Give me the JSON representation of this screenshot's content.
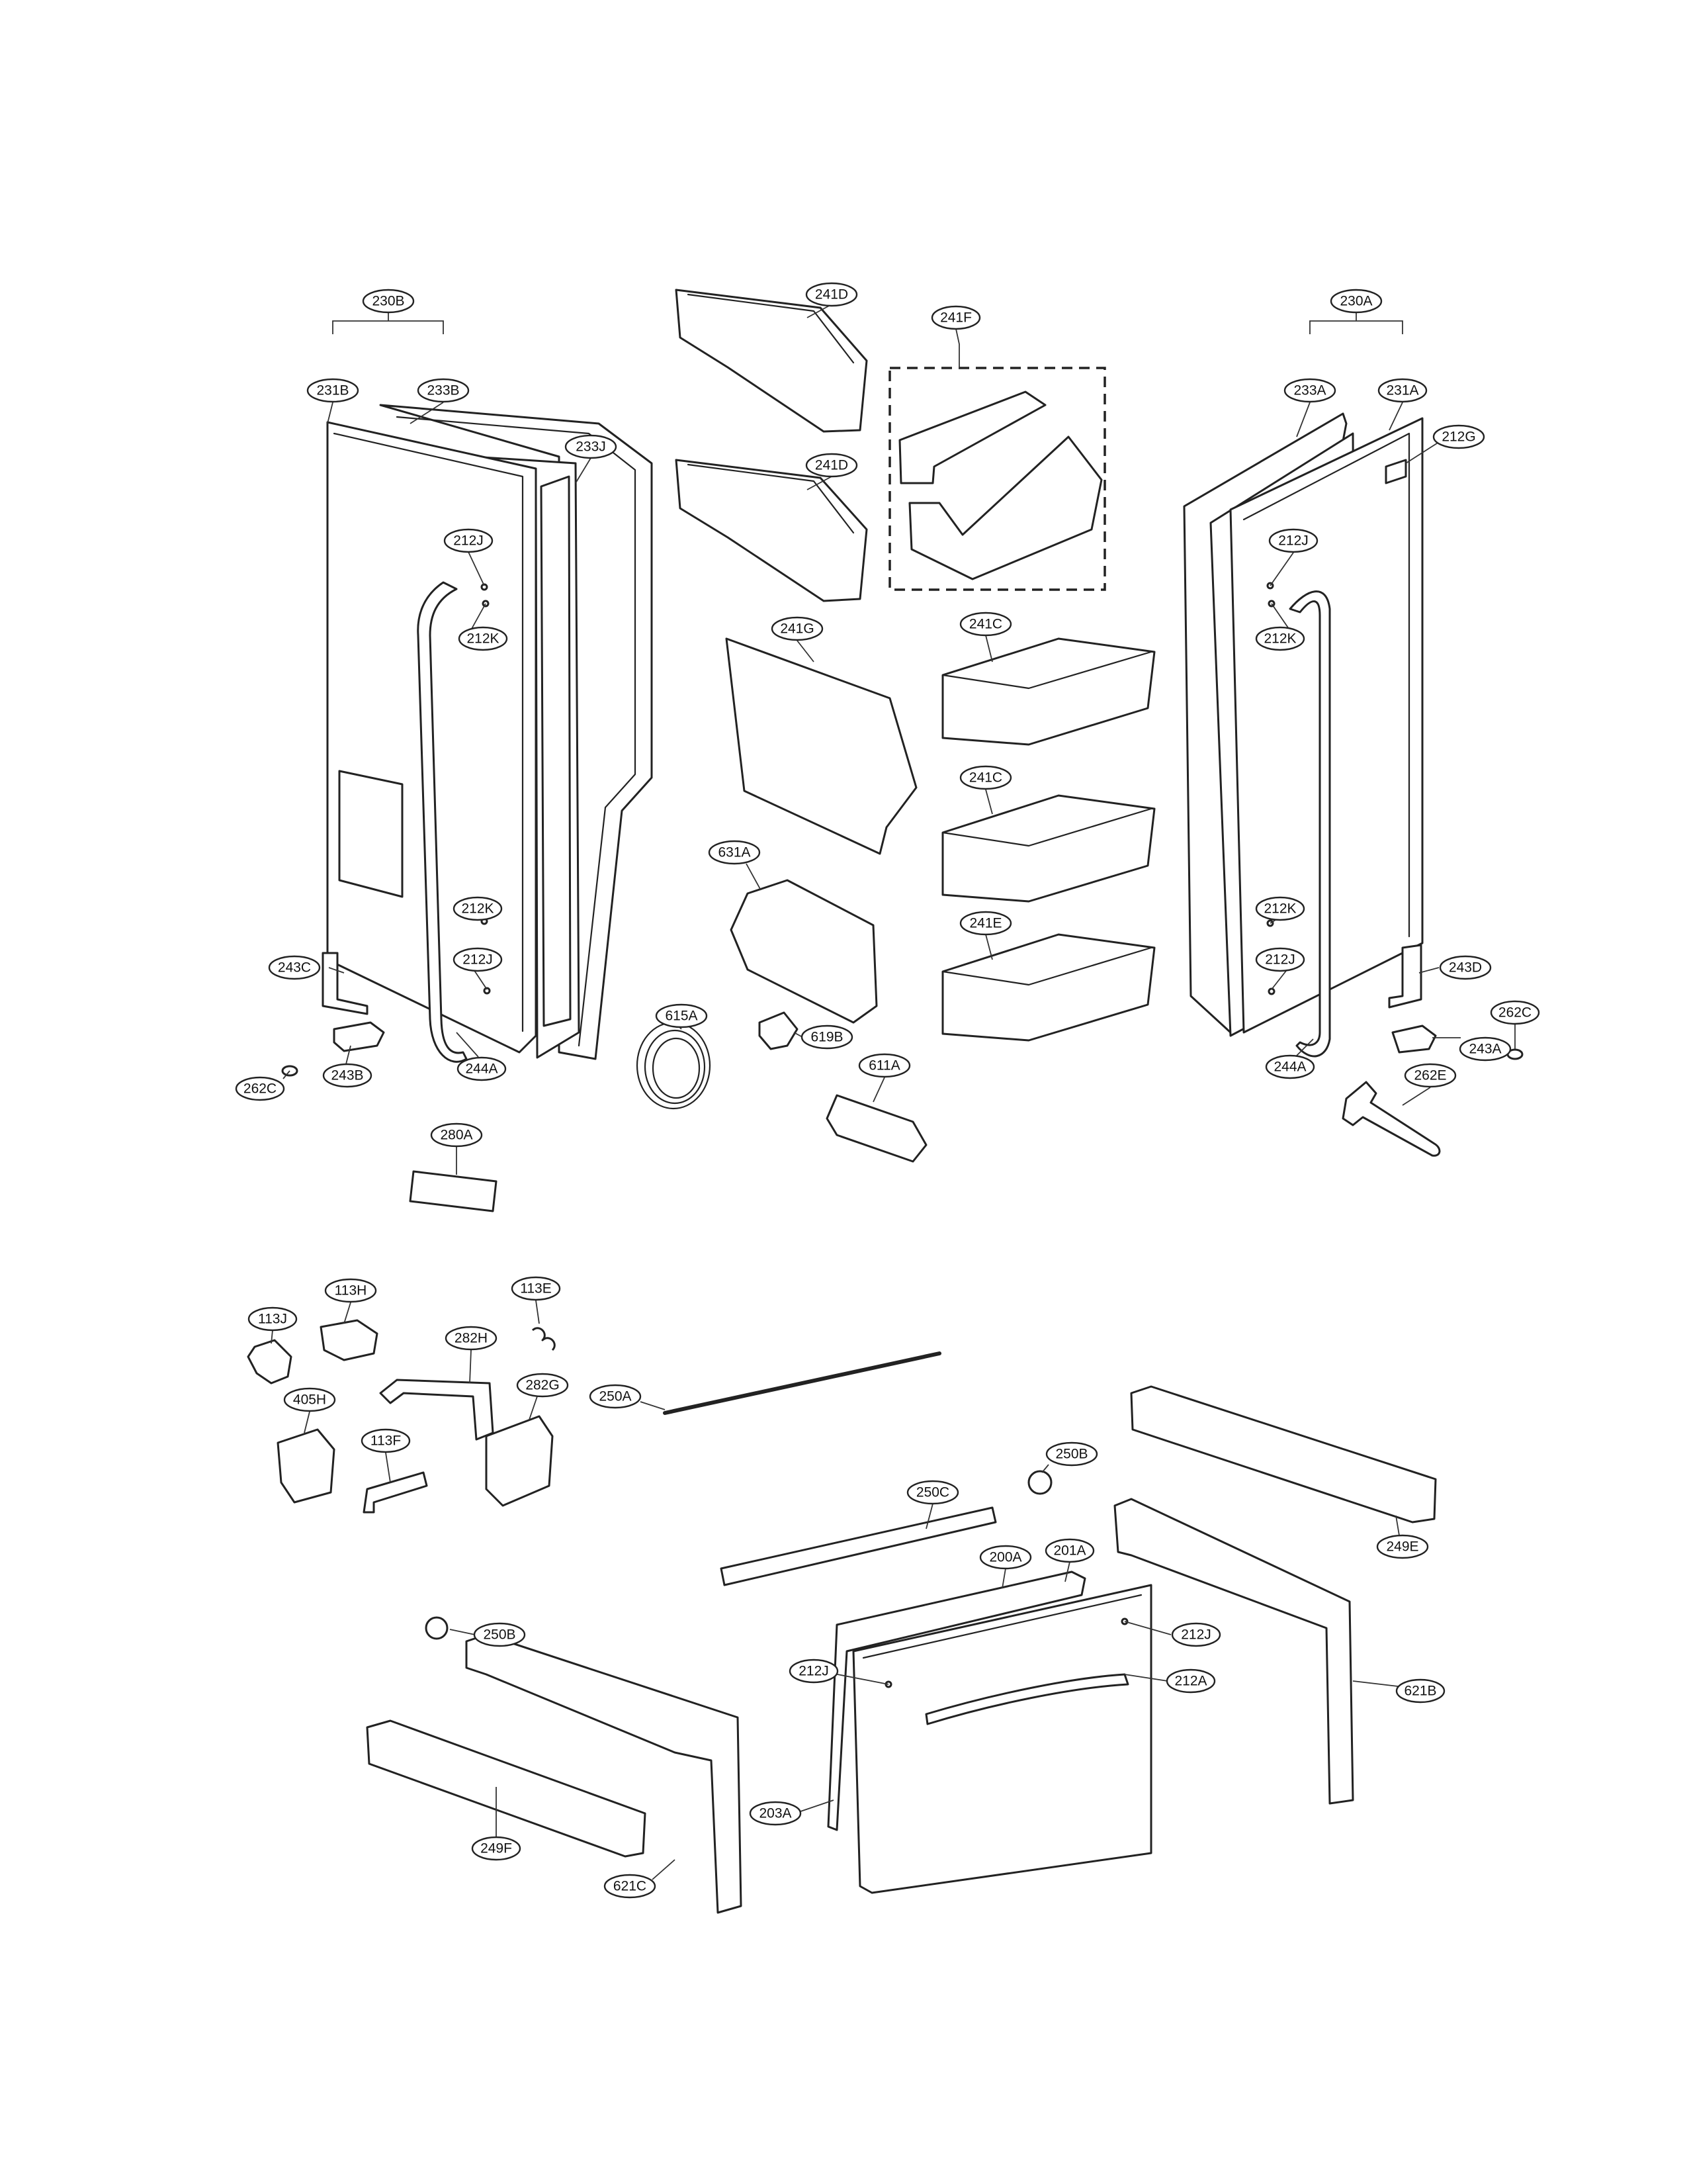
{
  "labels": {
    "l230B": "230B",
    "l231B": "231B",
    "l233B": "233B",
    "l233J": "233J",
    "l212J_left_top": "212J",
    "l212K_left_top": "212K",
    "l212K_left_bot": "212K",
    "l212J_left_bot": "212J",
    "l243C": "243C",
    "l243B": "243B",
    "l262C_left": "262C",
    "l244A_left": "244A",
    "l241D_top": "241D",
    "l241D_mid": "241D",
    "l241F": "241F",
    "l241G": "241G",
    "l241C_top": "241C",
    "l241C_mid": "241C",
    "l241E": "241E",
    "l631A": "631A",
    "l615A": "615A",
    "l619B": "619B",
    "l611A": "611A",
    "l230A": "230A",
    "l233A": "233A",
    "l231A": "231A",
    "l212G": "212G",
    "l212J_right_top": "212J",
    "l212K_right_top": "212K",
    "l212K_right_bot": "212K",
    "l212J_right_bot": "212J",
    "l243D": "243D",
    "l262C_right": "262C",
    "l243A": "243A",
    "l244A_right": "244A",
    "l262E": "262E",
    "l280A": "280A",
    "l113J": "113J",
    "l113H": "113H",
    "l113E": "113E",
    "l282H": "282H",
    "l282G": "282G",
    "l405H": "405H",
    "l113F": "113F",
    "l250A": "250A",
    "l250B_right": "250B",
    "l250C": "250C",
    "l249E": "249E",
    "l200A": "200A",
    "l201A": "201A",
    "l212J_drawer_right": "212J",
    "l212J_drawer_left": "212J",
    "l212A": "212A",
    "l621B": "621B",
    "l203A": "203A",
    "l250B_left": "250B",
    "l249F": "249F",
    "l621C": "621C"
  }
}
